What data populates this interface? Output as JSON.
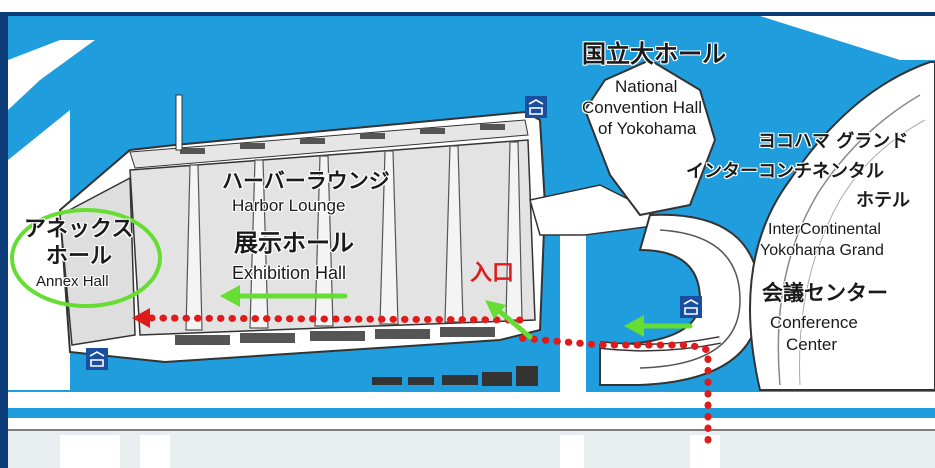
{
  "map": {
    "labels": {
      "national_hall_jp": "国立大ホール",
      "national_hall_en_1": "National",
      "national_hall_en_2": "Convention Hall",
      "national_hall_en_3": "of Yokohama",
      "hotel_jp_1": "ヨコハマ グランド",
      "hotel_jp_2": "インターコンチネンタル",
      "hotel_jp_3": "ホテル",
      "hotel_en_1": "InterContinental",
      "hotel_en_2": "Yokohama Grand",
      "harbor_jp": "ハーバーラウンジ",
      "harbor_en": "Harbor Lounge",
      "exhibition_jp": "展示ホール",
      "exhibition_en": "Exhibition Hall",
      "annex_jp_1": "アネックス",
      "annex_jp_2": "ホール",
      "annex_en": "Annex Hall",
      "conference_jp": "会議センター",
      "conference_en_1": "Conference",
      "conference_en_2": "Center",
      "entrance": "入口"
    },
    "colors": {
      "water": "#1f9ddc",
      "land": "#ffffff",
      "frame": "#0b3c78",
      "route": "#e01b1b",
      "arrow": "#66dd33",
      "highlight_circle": "#66dd33",
      "building_gray": "#dcdcdc",
      "dark_line": "#333333",
      "icon_bg": "#1a4fa0"
    },
    "icons": [
      "station-icon",
      "station-icon",
      "station-icon",
      "station-icon"
    ]
  }
}
